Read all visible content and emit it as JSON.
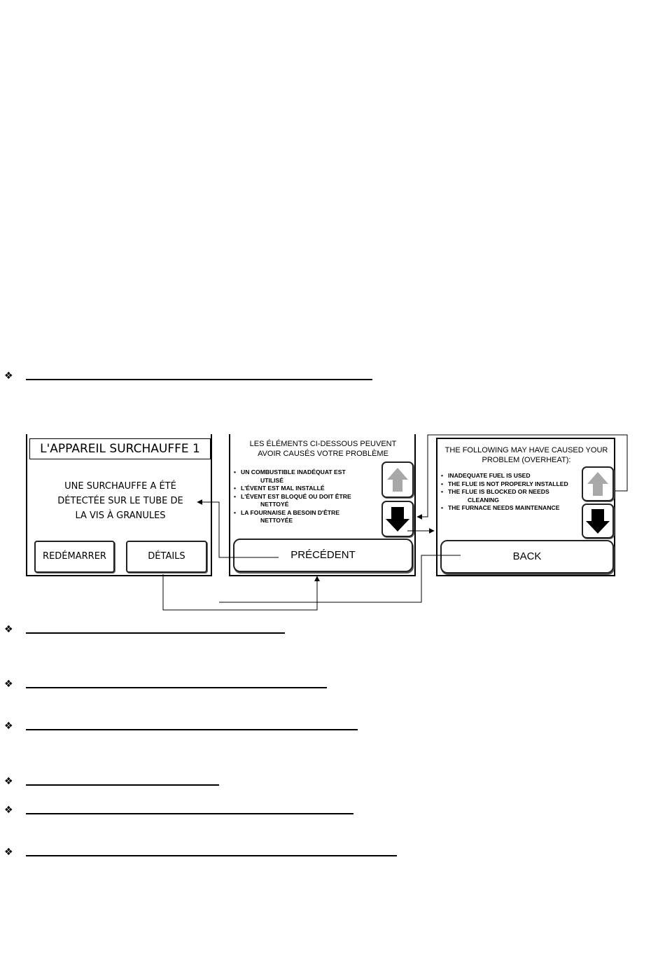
{
  "screen1": {
    "title": "L'APPAREIL SURCHAUFFE 1",
    "message_lines": [
      "UNE SURCHAUFFE A ÉTÉ",
      "DÉTECTÉE SUR LE TUBE DE",
      "LA VIS À GRANULES"
    ],
    "restart_label": "REDÉMARRER",
    "details_label": "DÉTAILS"
  },
  "screen2": {
    "header_lines": [
      "LES ÉLÉMENTS CI-DESSOUS PEUVENT",
      "AVOIR CAUSÉS VOTRE PROBLÈME"
    ],
    "items": [
      [
        "UN COMBUSTIBLE INADÉQUAT EST",
        "UTILISÉ"
      ],
      [
        "L'ÉVENT EST MAL INSTALLÉ"
      ],
      [
        "L'ÉVENT EST BLOQUÉ OU DOIT ÊTRE",
        "NETTOYÉ"
      ],
      [
        "LA FOURNAISE A BESOIN D'ÊTRE",
        "NETTOYÉE"
      ]
    ],
    "previous_label": "PRÉCÉDENT"
  },
  "screen3": {
    "header_lines": [
      "THE FOLLOWING MAY HAVE CAUSED YOUR",
      "PROBLEM (OVERHEAT):"
    ],
    "items": [
      [
        "INADEQUATE FUEL IS USED"
      ],
      [
        "THE FLUE IS NOT PROPERLY INSTALLED"
      ],
      [
        "THE FLUE IS BLOCKED OR NEEDS",
        "CLEANING"
      ],
      [
        "THE FURNACE NEEDS MAINTENANCE"
      ]
    ],
    "back_label": "BACK"
  },
  "colors": {
    "arrow_up_disabled": "#a8a8a8",
    "arrow_down_active": "#000000"
  },
  "icons": {
    "bullet": "diamond-bullet-icon",
    "up": "arrow-up-icon",
    "down": "arrow-down-icon"
  }
}
